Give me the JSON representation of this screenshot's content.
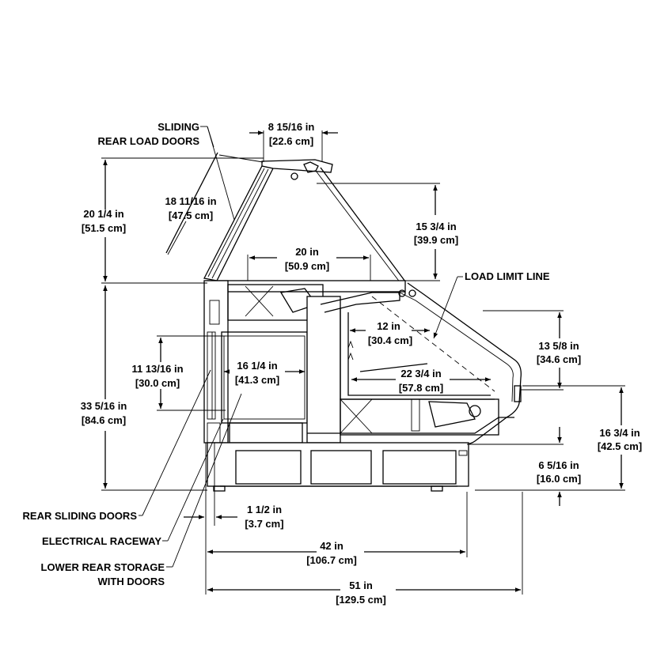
{
  "labels": {
    "sliding_rear_load_doors": [
      "SLIDING",
      "REAR LOAD DOORS"
    ],
    "load_limit_line": "LOAD LIMIT LINE",
    "rear_sliding_doors": "REAR SLIDING DOORS",
    "electrical_raceway": "ELECTRICAL RACEWAY",
    "lower_rear_storage": [
      "LOWER REAR STORAGE",
      "WITH DOORS"
    ]
  },
  "dimensions": {
    "top_width": [
      "8 15/16 in",
      "[22.6 cm]"
    ],
    "glass_height": [
      "20 1/4 in",
      "[51.5 cm]"
    ],
    "rear_door": [
      "18 11/16 in",
      "[47.5 cm]"
    ],
    "front_glass_height": [
      "15 3/4 in",
      "[39.9 cm]"
    ],
    "top_depth": [
      "20 in",
      "[50.9 cm]"
    ],
    "shelf_depth": [
      "12 in",
      "[30.4 cm]"
    ],
    "front_height": [
      "13 5/8 in",
      "[34.6 cm]"
    ],
    "storage_height": [
      "11 13/16 in",
      "[30.0 cm]"
    ],
    "storage_depth": [
      "16 1/4 in",
      "[41.3 cm]"
    ],
    "deck_depth": [
      "22 3/4 in",
      "[57.8 cm]"
    ],
    "base_height": [
      "33 5/16 in",
      "[84.6 cm]"
    ],
    "deck_height": [
      "16 3/4 in",
      "[42.5 cm]"
    ],
    "kick_height": [
      "6 5/16 in",
      "[16.0 cm]"
    ],
    "raceway_offset": [
      "1 1/2 in",
      "[3.7 cm]"
    ],
    "case_depth": [
      "42 in",
      "[106.7 cm]"
    ],
    "overall_depth": [
      "51 in",
      "[129.5 cm]"
    ]
  }
}
